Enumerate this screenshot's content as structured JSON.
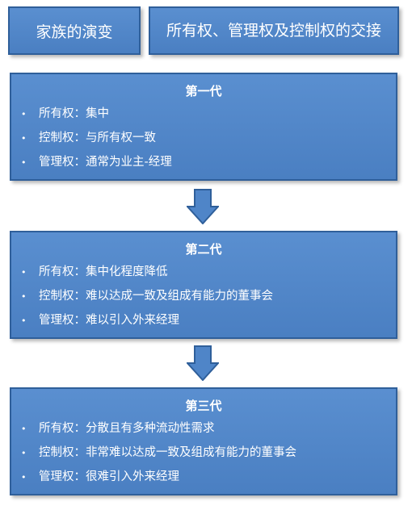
{
  "header": {
    "left_label": "家族的演变",
    "right_label": "所有权、管理权及控制权的交接"
  },
  "generations": [
    {
      "title": "第一代",
      "items": [
        "所有权：集中",
        "控制权：与所有权一致",
        "管理权：通常为业主-经理"
      ]
    },
    {
      "title": "第二代",
      "items": [
        "所有权：集中化程度降低",
        "控制权：难以达成一致及组成有能力的董事会",
        "管理权：难以引入外来经理"
      ]
    },
    {
      "title": "第三代",
      "items": [
        "所有权：分散且有多种流动性需求",
        "控制权：非常难以达成一致及组成有能力的董事会",
        "管理权：很难引入外来经理"
      ]
    }
  ],
  "bullet_symbol": "•",
  "colors": {
    "box_fill": "#4f85c8",
    "box_border": "#2f5f9a",
    "text": "#ffffff",
    "arrow_fill": "#4f85c8"
  },
  "icons": {
    "down_arrow": "down-arrow-icon"
  }
}
